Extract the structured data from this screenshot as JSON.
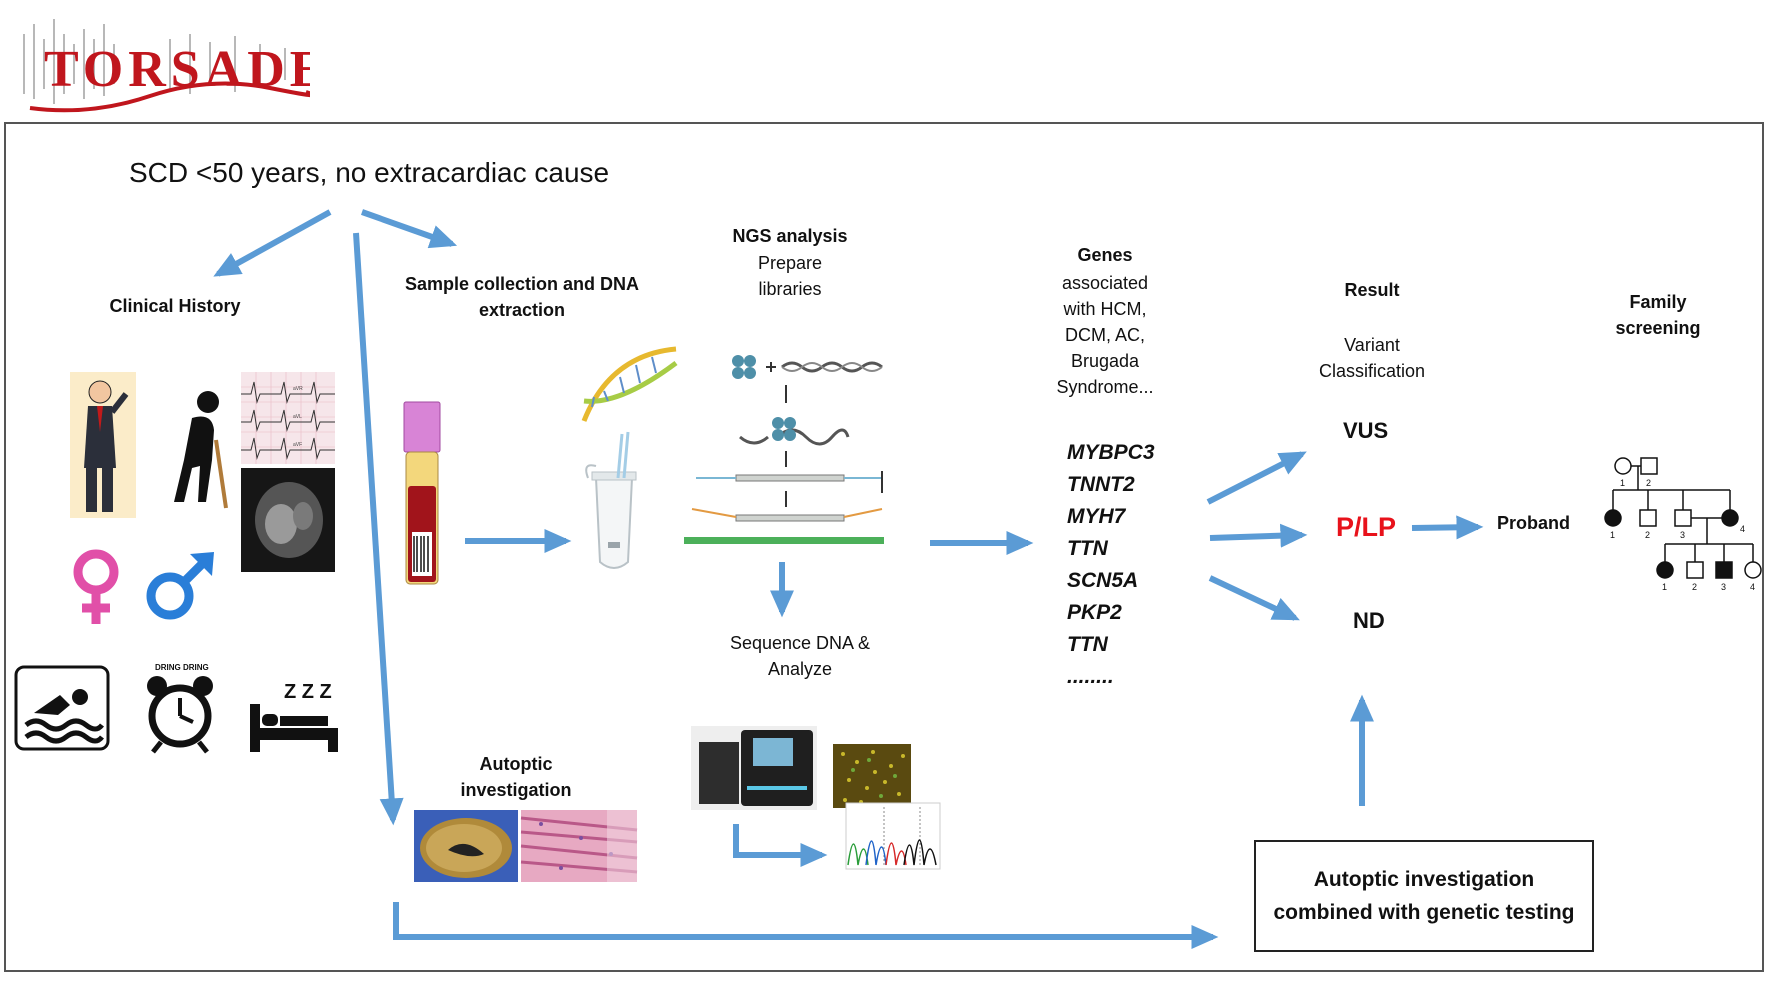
{
  "logo": {
    "text": "TORSADE"
  },
  "start": {
    "title": "SCD <50 years, no extracardiac cause"
  },
  "clinical_history": {
    "label": "Clinical History"
  },
  "sample_collection": {
    "label": "Sample collection and DNA extraction"
  },
  "ngs": {
    "title": "NGS analysis",
    "step": "Prepare libraries",
    "sequence": "Sequence DNA & Analyze"
  },
  "genes": {
    "title": "Genes",
    "description": "associated with HCM, DCM, AC, Brugada Syndrome...",
    "list": [
      "MYBPC3",
      "TNNT2",
      "MYH7",
      "TTN",
      "SCN5A",
      "PKP2",
      "TTN",
      "........"
    ]
  },
  "result": {
    "title": "Result",
    "subtitle": "Variant Classification",
    "vus": "VUS",
    "plp": "P/LP",
    "nd": "ND"
  },
  "proband": "Proband",
  "family": {
    "title": "Family screening"
  },
  "autoptic": {
    "label": "Autoptic investigation"
  },
  "final": "Autoptic investigation combined with genetic testing",
  "pedigree": {
    "numbers": [
      "1",
      "2",
      "1",
      "2",
      "3",
      "4",
      "1",
      "2",
      "3",
      "4"
    ]
  },
  "ecg_labels": [
    "aVR",
    "aVL",
    "aVF"
  ],
  "alarm": {
    "text": "DRING DRING"
  },
  "sleep": {
    "text": "Z Z Z"
  },
  "colors": {
    "arrow": "#5b9bd5",
    "accent_red": "#e8121b",
    "logo_red": "#c0161d",
    "frame": "#555555"
  }
}
